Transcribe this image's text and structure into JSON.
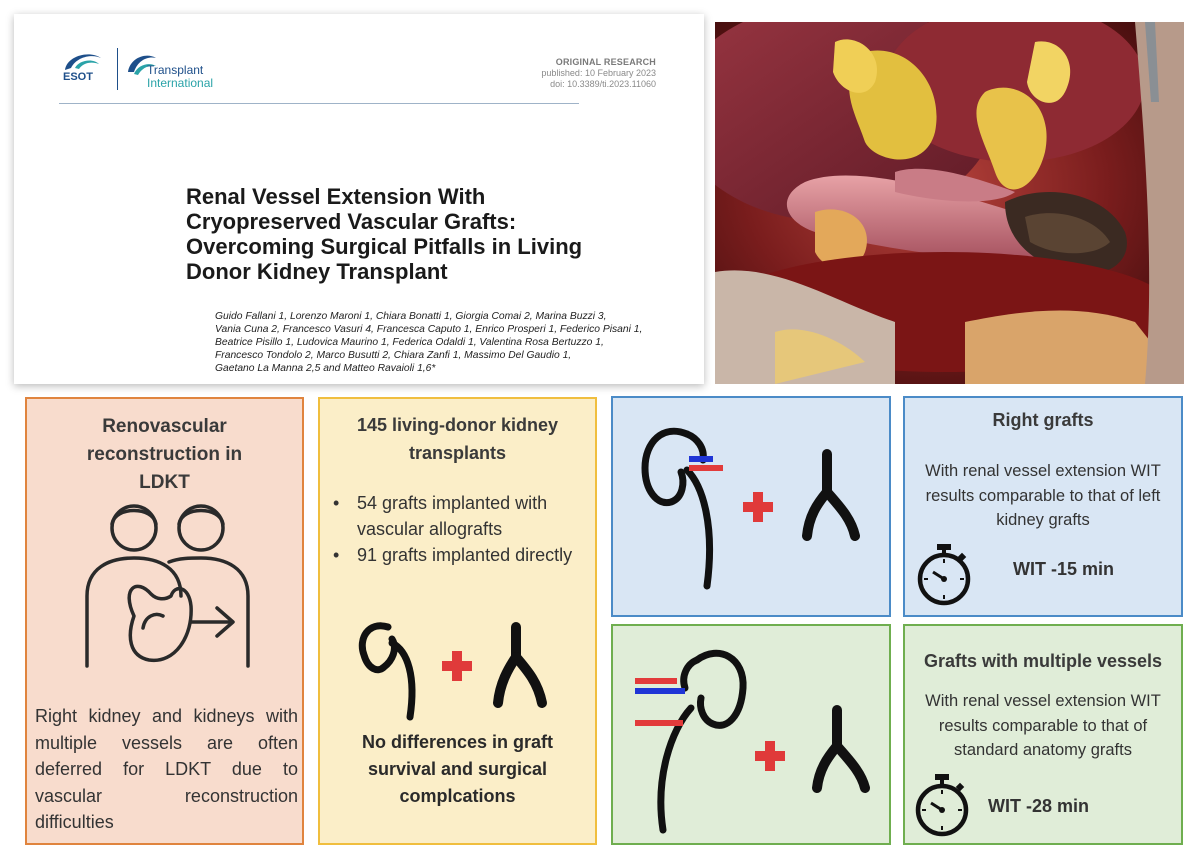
{
  "paper": {
    "logo_esot": "ESOT",
    "logo_journal_line1": "Transplant",
    "logo_journal_line2": "International",
    "article_type": "ORIGINAL RESEARCH",
    "published": "published: 10 February 2023",
    "doi": "doi: 10.3389/ti.2023.11060",
    "title_lines": [
      "Renal Vessel Extension With",
      "Cryopreserved Vascular Grafts:",
      "Overcoming Surgical Pitfalls in Living",
      "Donor Kidney Transplant"
    ],
    "author_lines": [
      "Guido Fallani 1, Lorenzo Maroni 1, Chiara Bonatti 1, Giorgia Comai 2, Marina Buzzi 3,",
      "Vania Cuna 2, Francesco Vasuri 4, Francesca Caputo 1, Enrico Prosperi 1, Federico Pisani 1,",
      "Beatrice Pisillo 1, Ludovica Maurino 1, Federica Odaldi 1, Valentina Rosa Bertuzzo 1,",
      "Francesco Tondolo 2, Marco Busutti 2, Chiara Zanfi 1, Massimo Del Gaudio 1,",
      "Gaetano La Manna 2,5 and Matteo Ravaioli 1,6*"
    ]
  },
  "panel_renovascular": {
    "title": "Renovascular reconstruction in LDKT",
    "text": "Right kidney and kidneys with multiple vessels are often deferred for LDKT due to vascular reconstruction",
    "text_last": "difficulties"
  },
  "panel_cohort": {
    "title": "145 living-donor kidney transplants",
    "bullet_symbol": "•",
    "bullets": [
      "54 grafts implanted with vascular allografts",
      "91 grafts implanted directly"
    ],
    "conclusion": "No differences in graft survival and surgical complcations"
  },
  "panel_right": {
    "title": "Right grafts",
    "text": "With renal vessel extension WIT results comparable to that of left kidney grafts",
    "wit": "WIT -15 min"
  },
  "panel_multiple": {
    "title": "Grafts with multiple vessels",
    "text": "With renal vessel extension WIT results comparable to that of standard anatomy grafts",
    "wit": "WIT -28 min"
  },
  "colors": {
    "orange_panel_bg": "#f8dccd",
    "orange_border": "#e0843e",
    "yellow_panel_bg": "#fbeec8",
    "yellow_border": "#f0be3e",
    "blue_panel_bg": "#d9e6f4",
    "blue_border": "#4b8bc7",
    "green_panel_bg": "#e0edd8",
    "green_border": "#6fae4f",
    "plus_red": "#e03a3a",
    "vessel_red": "#e23b3b",
    "vessel_blue": "#1f35d6"
  },
  "icons": [
    "donor-recipient-icon",
    "kidney-icon",
    "vascular-graft-icon",
    "plus-icon",
    "stopwatch-icon"
  ]
}
